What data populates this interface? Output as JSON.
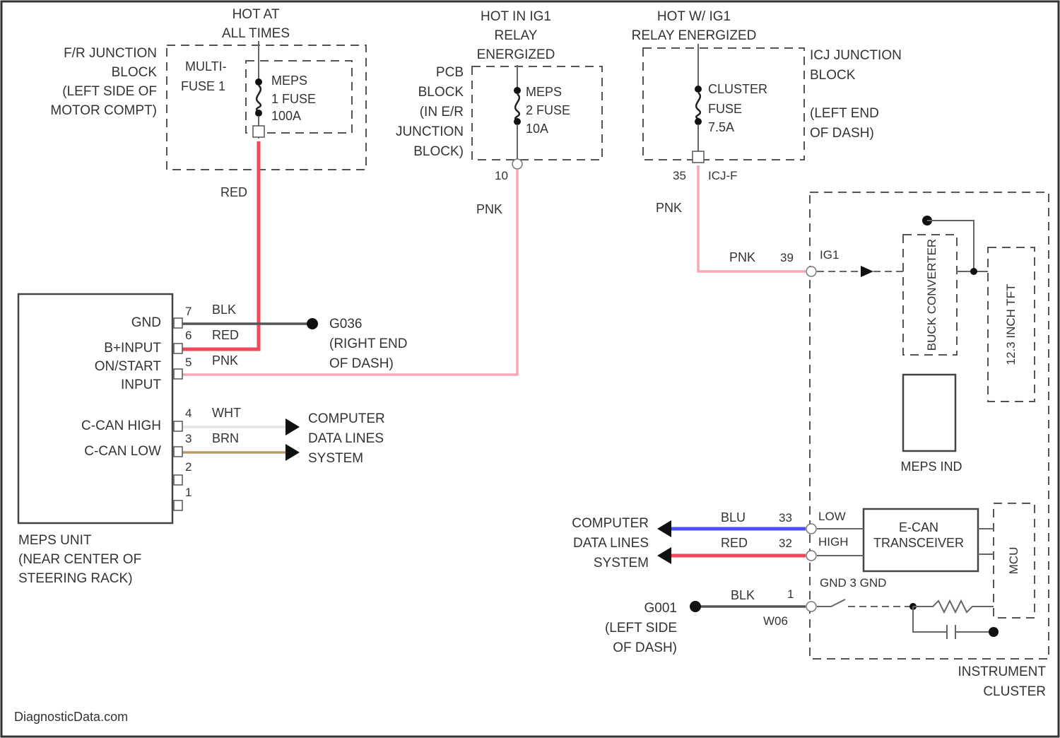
{
  "labels": {
    "hot_at_all_times": [
      "HOT AT",
      "ALL TIMES"
    ],
    "hot_ign_relay_1": [
      "HOT IN IG1",
      "RELAY",
      "ENERGIZED"
    ],
    "hot_ign_relay_2": [
      "HOT W/ IG1",
      "RELAY ENERGIZED"
    ],
    "fr_junction_block": [
      "F/R JUNCTION",
      "BLOCK",
      "(LEFT SIDE OF",
      "MOTOR COMPT)"
    ],
    "multi_fuse": [
      "MULTI-",
      "FUSE 1"
    ],
    "meps1_fuse": [
      "MEPS",
      "1 FUSE",
      "100A"
    ],
    "pcb_block": [
      "PCB",
      "BLOCK",
      "(IN E/R",
      "JUNCTION",
      "BLOCK)"
    ],
    "meps2_fuse": [
      "MEPS",
      "2 FUSE",
      "10A"
    ],
    "pcb_pin": "10",
    "cluster_fuse": [
      "CLUSTER",
      "FUSE",
      "7.5A"
    ],
    "icj_junction_block": [
      "ICJ JUNCTION",
      "BLOCK",
      "(LEFT END",
      "OF DASH)"
    ],
    "icj_pin": "35",
    "icj_connector": "ICJ-F",
    "red_wire": "RED",
    "pnk_wire_1": "PNK",
    "pnk_wire_2": "PNK",
    "meps_unit_pins": {
      "gnd": "GND",
      "b_input": "B+INPUT",
      "on_start_input": [
        "ON/START",
        "INPUT"
      ],
      "c_can_high": "C-CAN HIGH",
      "c_can_low": "C-CAN LOW"
    },
    "pin_nums": [
      "7",
      "6",
      "5",
      "4",
      "3",
      "2",
      "1"
    ],
    "wire_colors": {
      "blk": "BLK",
      "red": "RED",
      "pnk": "PNK",
      "wht": "WHT",
      "brn": "BRN"
    },
    "ground_g036": [
      "G036",
      "(RIGHT END",
      "OF DASH)"
    ],
    "computer_data_lines_1": [
      "COMPUTER",
      "DATA LINES",
      "SYSTEM"
    ],
    "meps_unit": [
      "MEPS UNIT",
      "(NEAR CENTER OF",
      "STEERING RACK)"
    ],
    "cluster_pnk": "PNK",
    "cluster_pin_39": "39",
    "cluster_ig1": "IG1",
    "buck_converter": "BUCK CONVERTER",
    "v12_inchtft": "12.3 INCH TFT",
    "meps_ind": "MEPS IND",
    "computer_data_lines_2": [
      "COMPUTER",
      "DATA LINES",
      "SYSTEM"
    ],
    "blu_wire": "BLU",
    "red_wire_2": "RED",
    "pin_33": "33",
    "pin_32": "32",
    "low": "LOW",
    "high": "HIGH",
    "ecan_transceiver": [
      "E-CAN",
      "TRANSCEIVER"
    ],
    "mcu": "MCU",
    "gnd_label": "GND 3 GND",
    "g001": [
      "G001",
      "(LEFT SIDE",
      "OF DASH)"
    ],
    "blk_wire": "BLK",
    "pin_1": "1",
    "w06": "W06",
    "instrument_cluster": [
      "INSTRUMENT",
      "CLUSTER"
    ],
    "watermark": "DiagnosticData.com"
  }
}
